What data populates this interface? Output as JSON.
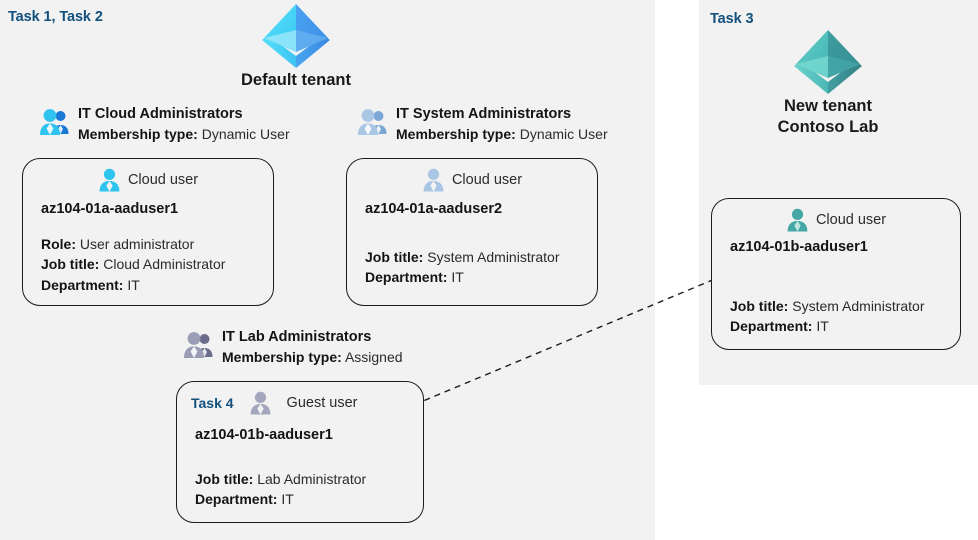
{
  "panels": {
    "default_tenant": {
      "task_label": "Task 1, Task 2",
      "tenant_name": "Default tenant",
      "tenant_icon": "azure-ad-tenant-pyramid-icon",
      "accent_color": "#12507e",
      "background_color": "#f2f2f2"
    },
    "new_tenant": {
      "task_label": "Task 3",
      "tenant_name_line1": "New  tenant",
      "tenant_name_line2": "Contoso Lab",
      "tenant_icon": "azure-ad-tenant-pyramid-icon",
      "accent_color": "#12507e",
      "background_color": "#f2f2f2"
    }
  },
  "groups": [
    {
      "id": "it-cloud-administrators",
      "name": "IT Cloud Administrators",
      "membership_label": "Membership type:",
      "membership_value": "Dynamic User",
      "icon": "group-users-icon",
      "icon_color": "#28b5ef"
    },
    {
      "id": "it-system-administrators",
      "name": "IT System Administrators",
      "membership_label": "Membership type:",
      "membership_value": "Dynamic User",
      "icon": "group-users-icon",
      "icon_color": "#9dbfe0"
    },
    {
      "id": "it-lab-administrators",
      "name": "IT Lab Administrators",
      "membership_label": "Membership type:",
      "membership_value": "Assigned",
      "icon": "group-users-icon",
      "icon_color": "#8a8ca8"
    }
  ],
  "cards": {
    "aaduser1": {
      "user_type": "Cloud user",
      "user_icon": "cloud-user-icon",
      "upn": "az104-01a-aaduser1",
      "attrs": [
        {
          "label": "Role:",
          "value": "User administrator"
        },
        {
          "label": "Job title:",
          "value": "Cloud Administrator"
        },
        {
          "label": "Department:",
          "value": "IT"
        }
      ]
    },
    "aaduser2": {
      "user_type": "Cloud user",
      "user_icon": "cloud-user-icon",
      "upn": "az104-01a-aaduser2",
      "attrs": [
        {
          "label": "Job title:",
          "value": "System Administrator"
        },
        {
          "label": "Department:",
          "value": "IT"
        }
      ]
    },
    "guest": {
      "task_label": "Task 4",
      "user_type": "Guest user",
      "user_icon": "guest-user-icon",
      "upn": "az104-01b-aaduser1",
      "attrs": [
        {
          "label": "Job title:",
          "value": "Lab Administrator"
        },
        {
          "label": "Department:",
          "value": "IT"
        }
      ]
    },
    "baaduser1": {
      "user_type": "Cloud user",
      "user_icon": "cloud-user-icon",
      "upn": "az104-01b-aaduser1",
      "attrs": [
        {
          "label": "Job title:",
          "value": "System Administrator"
        },
        {
          "label": "Department:",
          "value": "IT"
        }
      ]
    }
  },
  "connector": {
    "name": "guest-invitation-arrow",
    "style": "dashed",
    "color": "#1c1c1c"
  }
}
